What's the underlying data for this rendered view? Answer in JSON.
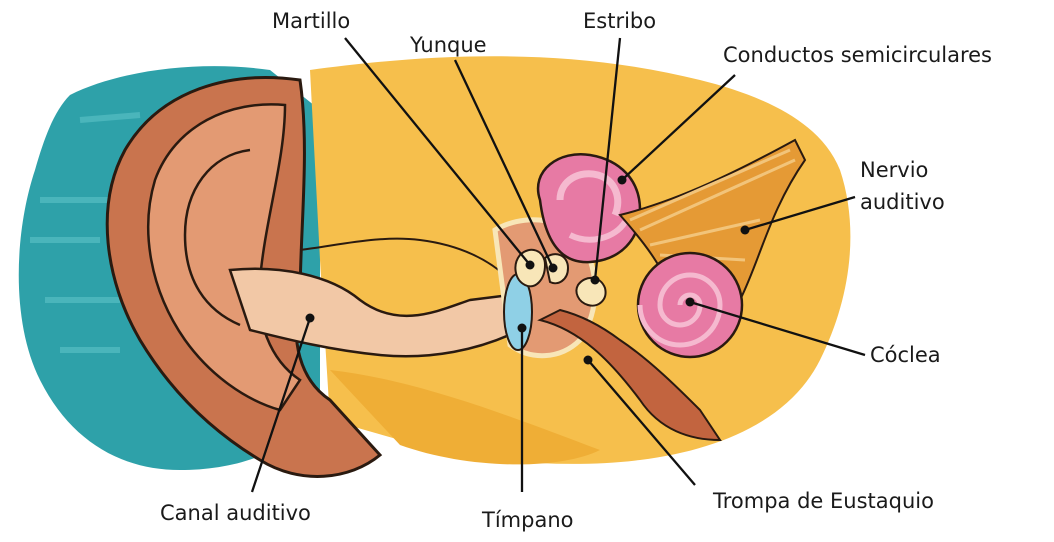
{
  "labels": {
    "martillo": "Martillo",
    "yunque": "Yunque",
    "estribo": "Estribo",
    "conductos": "Conductos semicirculares",
    "nervio_line1": "Nervio",
    "nervio_line2": "auditivo",
    "coclea": "Cóclea",
    "trompa": "Trompa de Eustaquio",
    "timpano": "Tímpano",
    "canal": "Canal auditivo"
  },
  "colors": {
    "background_blue": "#2ea1a9",
    "skin_dark": "#c9744e",
    "skin_mid": "#e39a73",
    "skin_light": "#f2c8a6",
    "head_yellow": "#f6bf4c",
    "inner_pink": "#e77aa4",
    "inner_pink_light": "#f5b9cf",
    "nerve_orange": "#e59a35",
    "drum_blue": "#8fd0e6",
    "bone_cream": "#f8e6b8",
    "line": "#111111"
  }
}
